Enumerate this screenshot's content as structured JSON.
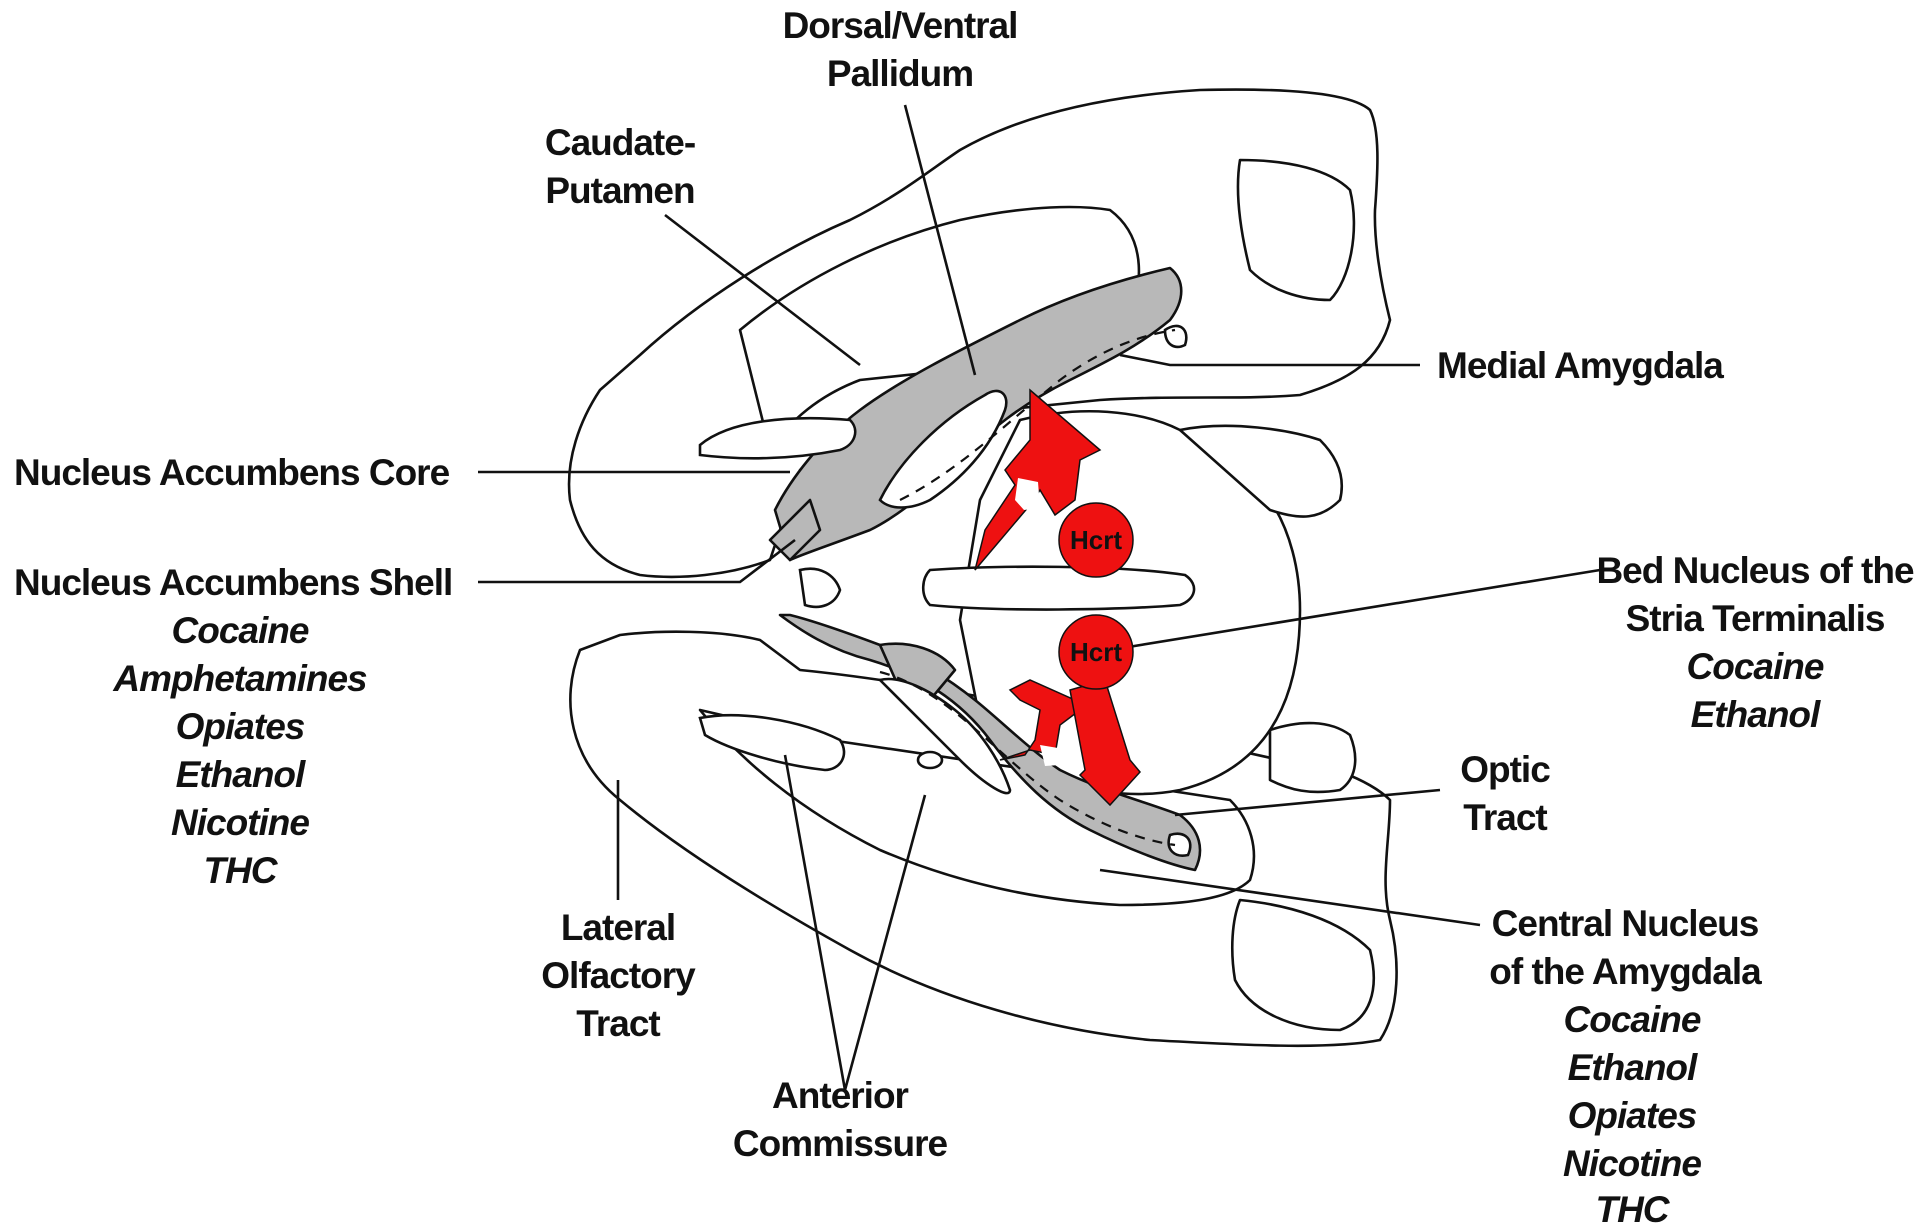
{
  "colors": {
    "background": "#ffffff",
    "ink": "#111111",
    "gray_region": "#b8b8b8",
    "hcrt_red": "#ee1111"
  },
  "labels": {
    "dorsal_ventral_pallidum": [
      "Dorsal/Ventral",
      "Pallidum"
    ],
    "caudate_putamen": [
      "Caudate-",
      "Putamen"
    ],
    "medial_amygdala": "Medial Amygdala",
    "nucleus_accumbens_core": "Nucleus Accumbens Core",
    "nucleus_accumbens_shell": "Nucleus Accumbens Shell",
    "bed_nucleus": [
      "Bed Nucleus of the",
      "Stria Terminalis"
    ],
    "optic_tract": [
      "Optic",
      "Tract"
    ],
    "central_nucleus": [
      "Central Nucleus",
      "of the Amygdala"
    ],
    "lateral_olfactory_tract": [
      "Lateral",
      "Olfactory",
      "Tract"
    ],
    "anterior_commissure": [
      "Anterior",
      "Commissure"
    ]
  },
  "drugs": {
    "nucleus_accumbens_shell": [
      "Cocaine",
      "Amphetamines",
      "Opiates",
      "Ethanol",
      "Nicotine",
      "THC"
    ],
    "bed_nucleus": [
      "Cocaine",
      "Ethanol"
    ],
    "central_nucleus": [
      "Cocaine",
      "Ethanol",
      "Opiates",
      "Nicotine",
      "THC"
    ]
  },
  "hcrt_nodes": [
    "Hcrt",
    "Hcrt"
  ]
}
